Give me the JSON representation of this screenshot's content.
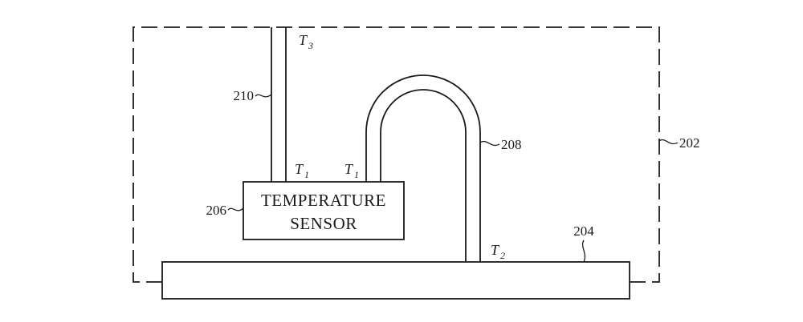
{
  "figure": {
    "enclosure": {
      "ref": "202"
    },
    "base": {
      "ref": "204"
    },
    "sensor": {
      "ref": "206",
      "line1": "TEMPERATURE",
      "line2": "SENSOR"
    },
    "loop_pipe": {
      "ref": "208"
    },
    "vertical_pipe": {
      "ref": "210"
    },
    "temps": {
      "t3": {
        "main": "T",
        "sub": "3"
      },
      "t1_left": {
        "main": "T",
        "sub": "1"
      },
      "t1_right": {
        "main": "T",
        "sub": "1"
      },
      "t2": {
        "main": "T",
        "sub": "2"
      }
    }
  }
}
